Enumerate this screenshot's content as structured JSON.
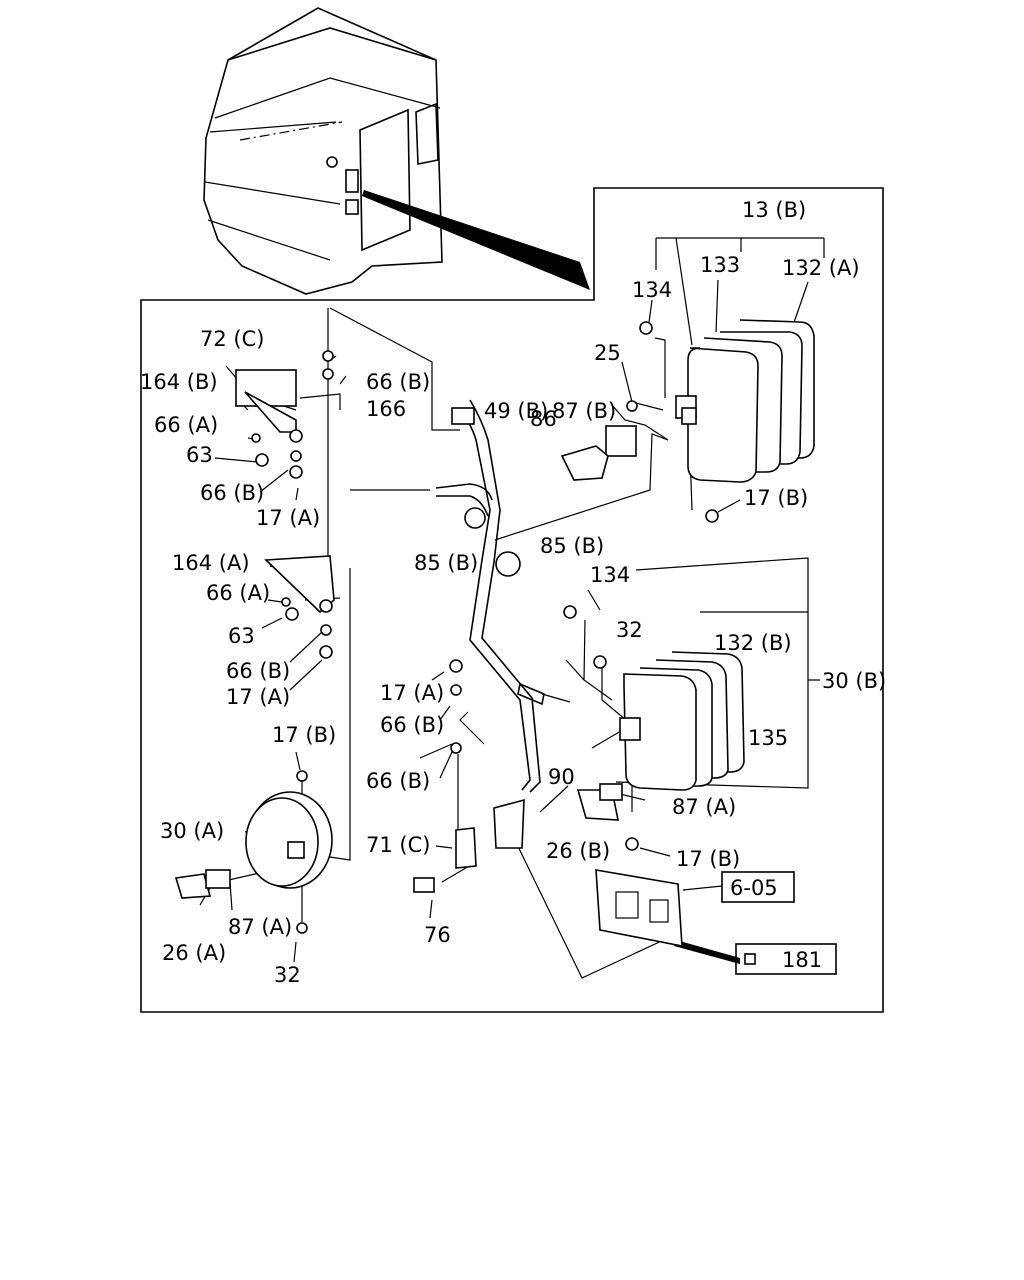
{
  "labels": {
    "l_13B": "13 (B)",
    "l_133": "133",
    "l_132A": "132 (A)",
    "l_134a": "134",
    "l_25": "25",
    "l_49B": "49 (B)",
    "l_87B": "87 (B)",
    "l_86": "86",
    "l_17Ba": "17 (B)",
    "l_72C": "72 (C)",
    "l_164B": "164 (B)",
    "l_66Ba": "66 (B)",
    "l_166": "166",
    "l_66Aa": "66 (A)",
    "l_63a": "63",
    "l_66Bb": "66 (B)",
    "l_17Aa": "17 (A)",
    "l_85Ba": "85 (B)",
    "l_85Bb": "85 (B)",
    "l_164A": "164 (A)",
    "l_66Ab": "66 (A)",
    "l_63b": "63",
    "l_66Bc": "66 (B)",
    "l_17Ab": "17 (A)",
    "l_134b": "134",
    "l_32a": "32",
    "l_132B": "132 (B)",
    "l_30B": "30 (B)",
    "l_135": "135",
    "l_17Ac": "17 (A)",
    "l_66Bd": "66 (B)",
    "l_17Bb": "17 (B)",
    "l_66Be": "66 (B)",
    "l_90": "90",
    "l_87Aa": "87 (A)",
    "l_30A": "30 (A)",
    "l_71C": "71 (C)",
    "l_26B": "26 (B)",
    "l_17Bc": "17 (B)",
    "l_605": "6-05",
    "l_87Ab": "87 (A)",
    "l_26A": "26 (A)",
    "l_76": "76",
    "l_181": "181",
    "l_32b": "32"
  }
}
